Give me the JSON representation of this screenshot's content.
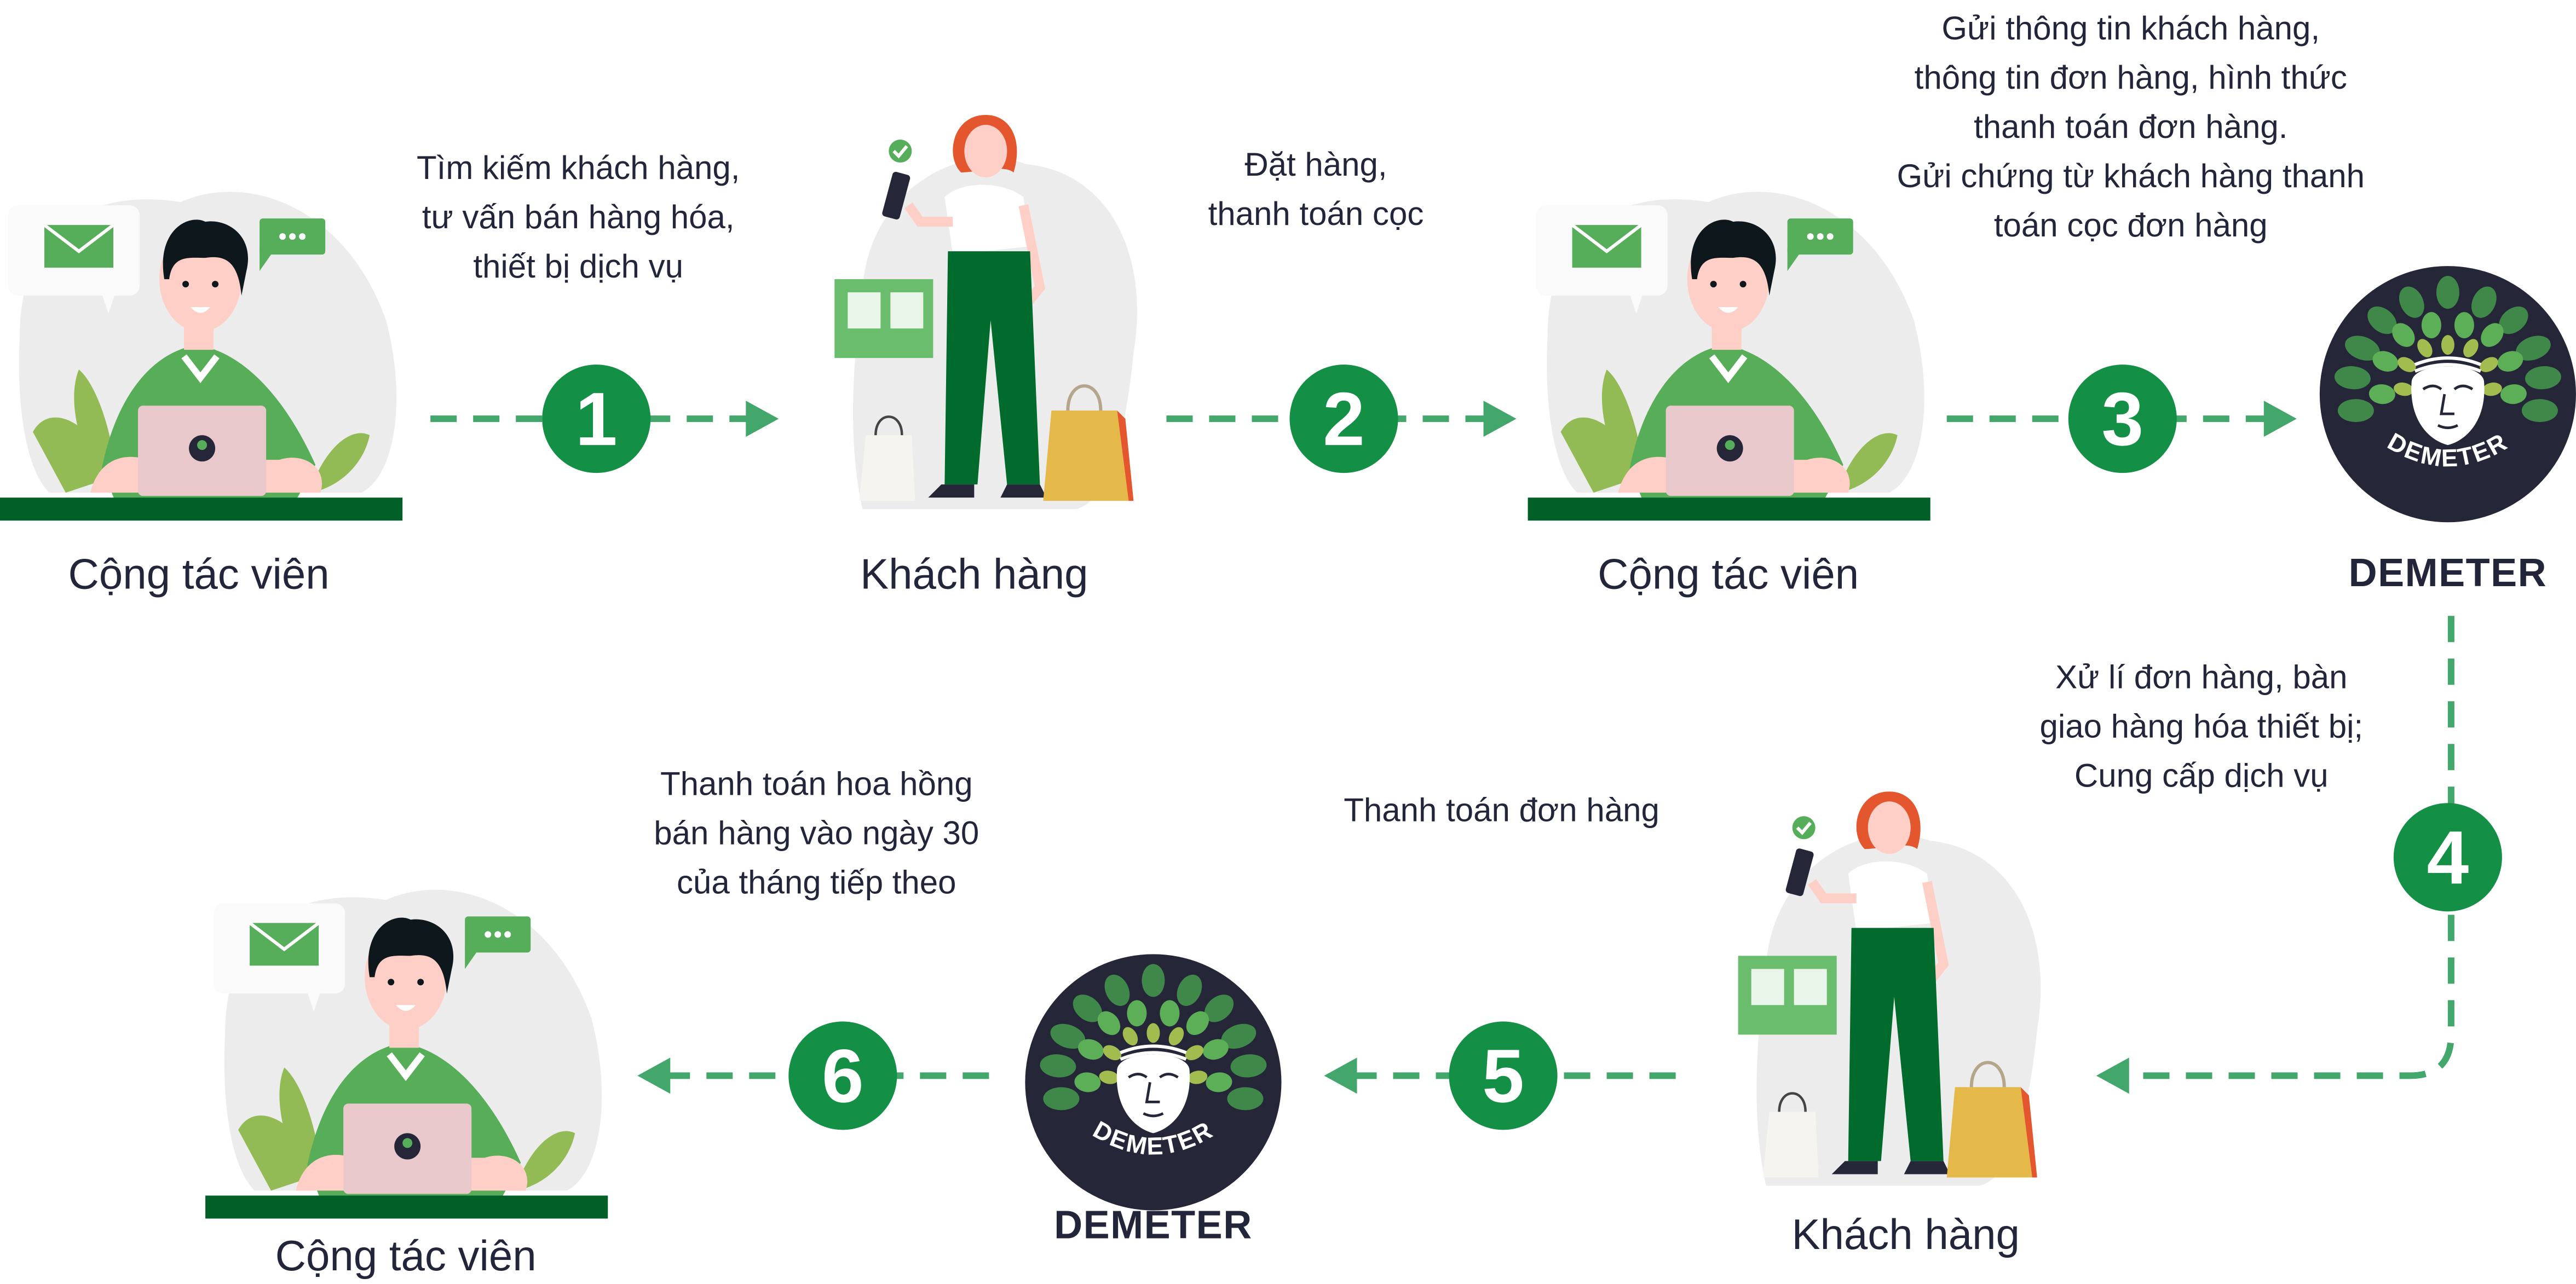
{
  "colors": {
    "step_green": "#138f46",
    "arrow_green": "#43a66a",
    "desk_green": "#006028",
    "logo_dark": "#252738",
    "text": "#23253a"
  },
  "steps": [
    {
      "number": "1",
      "text": [
        "Tìm kiếm khách hàng,",
        "tư vấn bán hàng hóa,",
        "thiết bị dịch vụ"
      ]
    },
    {
      "number": "2",
      "text": [
        "Đặt hàng,",
        "thanh toán cọc"
      ]
    },
    {
      "number": "3",
      "text": [
        "Gửi thông tin khách hàng,",
        "thông tin đơn hàng, hình thức",
        "thanh toán đơn hàng.",
        "Gửi chứng từ khách hàng thanh",
        "toán cọc đơn hàng"
      ]
    },
    {
      "number": "4",
      "text": [
        "Xử lí đơn hàng, bàn",
        "giao hàng hóa thiết bị;",
        "Cung cấp dịch vụ"
      ]
    },
    {
      "number": "5",
      "text": [
        "Thanh toán đơn hàng"
      ]
    },
    {
      "number": "6",
      "text": [
        "Thanh toán hoa hồng",
        "bán hàng vào ngày 30",
        "của tháng tiếp theo"
      ]
    }
  ],
  "actors": {
    "collaborator": "Cộng tác viên",
    "customer": "Khách hàng",
    "demeter": "DEMETER"
  },
  "logo_text": "DEMETER",
  "icons": [
    "envelope-icon",
    "chat-bubble-icon",
    "check-badge-icon",
    "shopping-bag-icon",
    "laptop-icon"
  ]
}
